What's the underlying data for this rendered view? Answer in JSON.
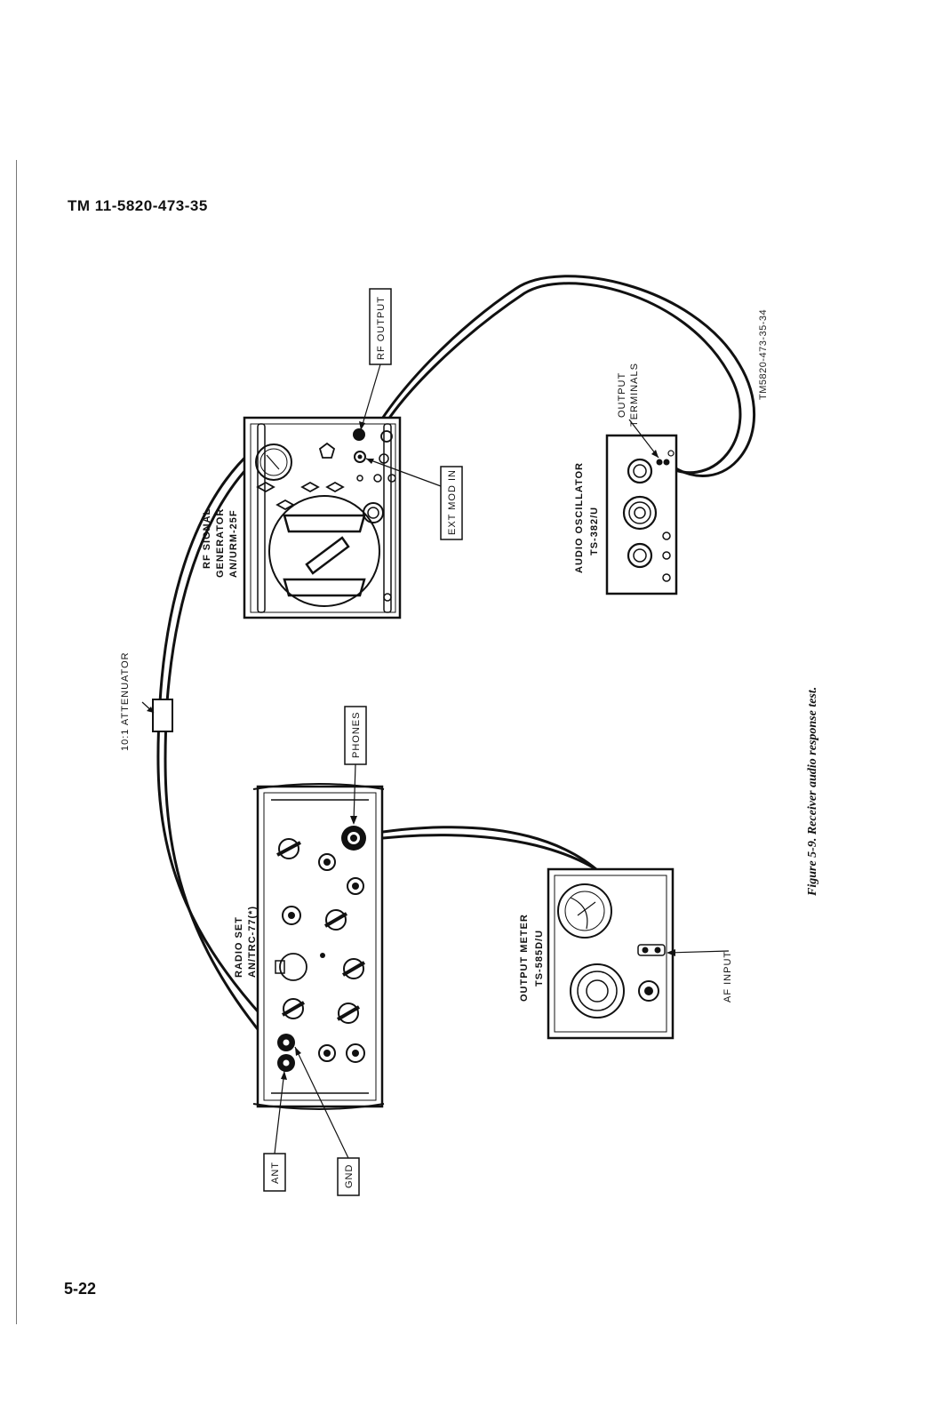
{
  "header": {
    "manual_id": "TM 11-5820-473-35"
  },
  "page_number": "5-22",
  "figure": {
    "caption": "Figure 5-9. Receiver audio response test.",
    "reference_id": "TM5820-473-35-34"
  },
  "equipment": {
    "rf_signal_generator": [
      "RF SIGNAL",
      "GENERATOR",
      "AN/URM-25F"
    ],
    "audio_oscillator": [
      "AUDIO OSCILLATOR",
      "TS-382/U"
    ],
    "radio_set": [
      "RADIO SET",
      "AN/TRC-77(*)"
    ],
    "output_meter": [
      "OUTPUT METER",
      "TS-585D/U"
    ]
  },
  "callouts": {
    "rf_output": "RF OUTPUT",
    "ext_mod_in": "EXT MOD IN",
    "output_terminals": [
      "OUTPUT",
      "TERMINALS"
    ],
    "attenuator": "10:1 ATTENUATOR",
    "phones": "PHONES",
    "af_input": "AF INPUT",
    "ant": "ANT",
    "gnd": "GND"
  }
}
